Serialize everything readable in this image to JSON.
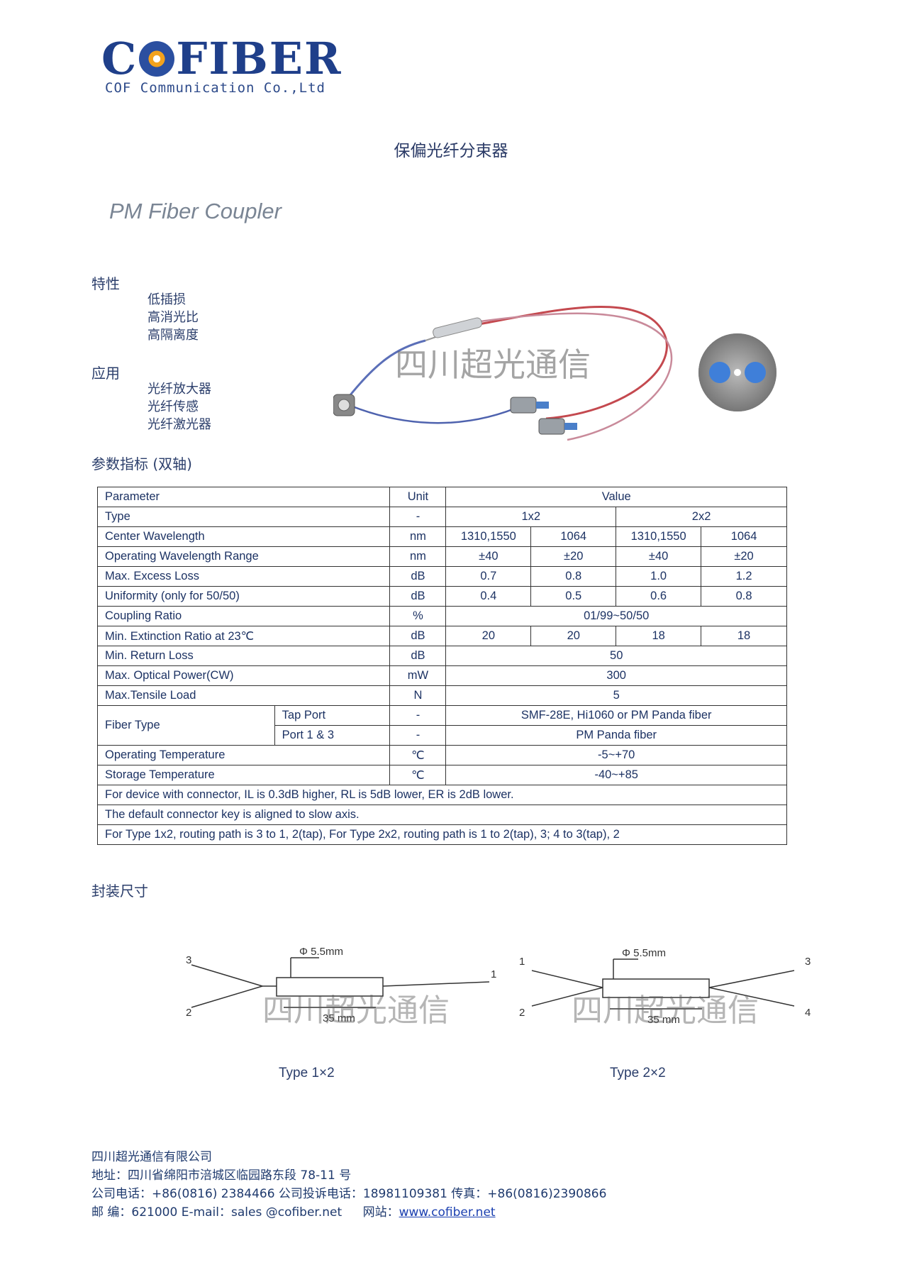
{
  "logo": {
    "word": "COFIBER",
    "subtitle": "COF Communication Co.,Ltd"
  },
  "title": "保偏光纤分束器",
  "product_name": "PM Fiber Coupler",
  "features": {
    "heading": "特性",
    "items": [
      "低插损",
      "高消光比",
      "高隔离度"
    ]
  },
  "applications": {
    "heading": "应用",
    "items": [
      "光纤放大器",
      "光纤传感",
      "光纤激光器"
    ]
  },
  "watermark": "四川超光通信",
  "spec_heading": "参数指标 (双轴)",
  "table": {
    "header": {
      "parameter": "Parameter",
      "unit": "Unit",
      "value": "Value"
    },
    "type_row": {
      "label": "Type",
      "unit": "-",
      "t1": "1x2",
      "t2": "2x2"
    },
    "rows4": [
      {
        "label": "Center Wavelength",
        "unit": "nm",
        "v": [
          "1310,1550",
          "1064",
          "1310,1550",
          "1064"
        ]
      },
      {
        "label": "Operating Wavelength Range",
        "unit": "nm",
        "v": [
          "±40",
          "±20",
          "±40",
          "±20"
        ]
      },
      {
        "label": "Max. Excess Loss",
        "unit": "dB",
        "v": [
          "0.7",
          "0.8",
          "1.0",
          "1.2"
        ]
      },
      {
        "label": "Uniformity (only for 50/50)",
        "unit": "dB",
        "v": [
          "0.4",
          "0.5",
          "0.6",
          "0.8"
        ]
      }
    ],
    "coupling": {
      "label": "Coupling Ratio",
      "unit": "%",
      "value": "01/99~50/50"
    },
    "extinction": {
      "label": "Min. Extinction Ratio at 23℃",
      "unit": "dB",
      "v": [
        "20",
        "20",
        "18",
        "18"
      ]
    },
    "rows1": [
      {
        "label": "Min. Return Loss",
        "unit": "dB",
        "value": "50"
      },
      {
        "label": "Max. Optical Power(CW)",
        "unit": "mW",
        "value": "300"
      },
      {
        "label": "Max.Tensile Load",
        "unit": "N",
        "value": "5"
      }
    ],
    "fiber": {
      "label": "Fiber Type",
      "sub": [
        {
          "label": "Tap Port",
          "unit": "-",
          "value": "SMF-28E, Hi1060 or PM Panda fiber"
        },
        {
          "label": "Port 1 & 3",
          "unit": "-",
          "value": "PM Panda fiber"
        }
      ]
    },
    "temps": [
      {
        "label": "Operating Temperature",
        "unit": "℃",
        "value": "-5~+70"
      },
      {
        "label": "Storage Temperature",
        "unit": "℃",
        "value": "-40~+85"
      }
    ],
    "notes": [
      "For device with connector, IL is 0.3dB higher, RL is 5dB lower, ER is 2dB lower.",
      "The default connector key is aligned to slow axis.",
      "For Type 1x2, routing path is 3 to 1, 2(tap), For Type 2x2, routing path is 1 to 2(tap), 3; 4 to 3(tap), 2"
    ]
  },
  "package_heading": "封装尺寸",
  "drawings": {
    "diameter": "Φ 5.5mm",
    "length": "35 mm",
    "type1_label": "Type 1×2",
    "type2_label": "Type 2×2",
    "ports1": [
      "3",
      "2",
      "1"
    ],
    "ports2": [
      "1",
      "2",
      "3",
      "4"
    ]
  },
  "footer": {
    "company": "四川超光通信有限公司",
    "address": "地址：四川省绵阳市涪城区临园路东段 78-11 号",
    "phones": "公司电话：+86(0816) 2384466   公司投诉电话：18981109381 传真：+86(0816)2390866",
    "postal": "邮  编：621000  E-mail：sales @cofiber.net",
    "web_label": "网站：",
    "web": "www.cofiber.net"
  }
}
